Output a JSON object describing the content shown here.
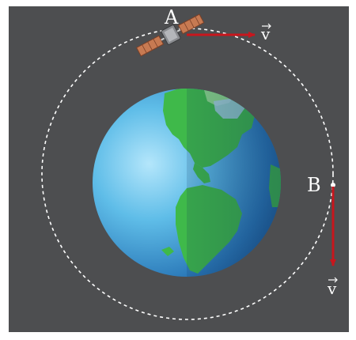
{
  "labels": {
    "point_a": "A",
    "point_b": "B",
    "velocity_a": "v",
    "velocity_b": "v"
  },
  "colors": {
    "frame_background": "#4d4e50",
    "outer_border": "#ffffff",
    "orbit_path": "#ffffff",
    "velocity_arrow": "#c8161d",
    "ocean_light": "#7fd0f0",
    "ocean_dark": "#1e5a9a",
    "land": "#3fb94a",
    "label_text": "#ffffff"
  },
  "icons": {
    "satellite": "satellite-icon",
    "earth": "earth-globe-icon"
  }
}
